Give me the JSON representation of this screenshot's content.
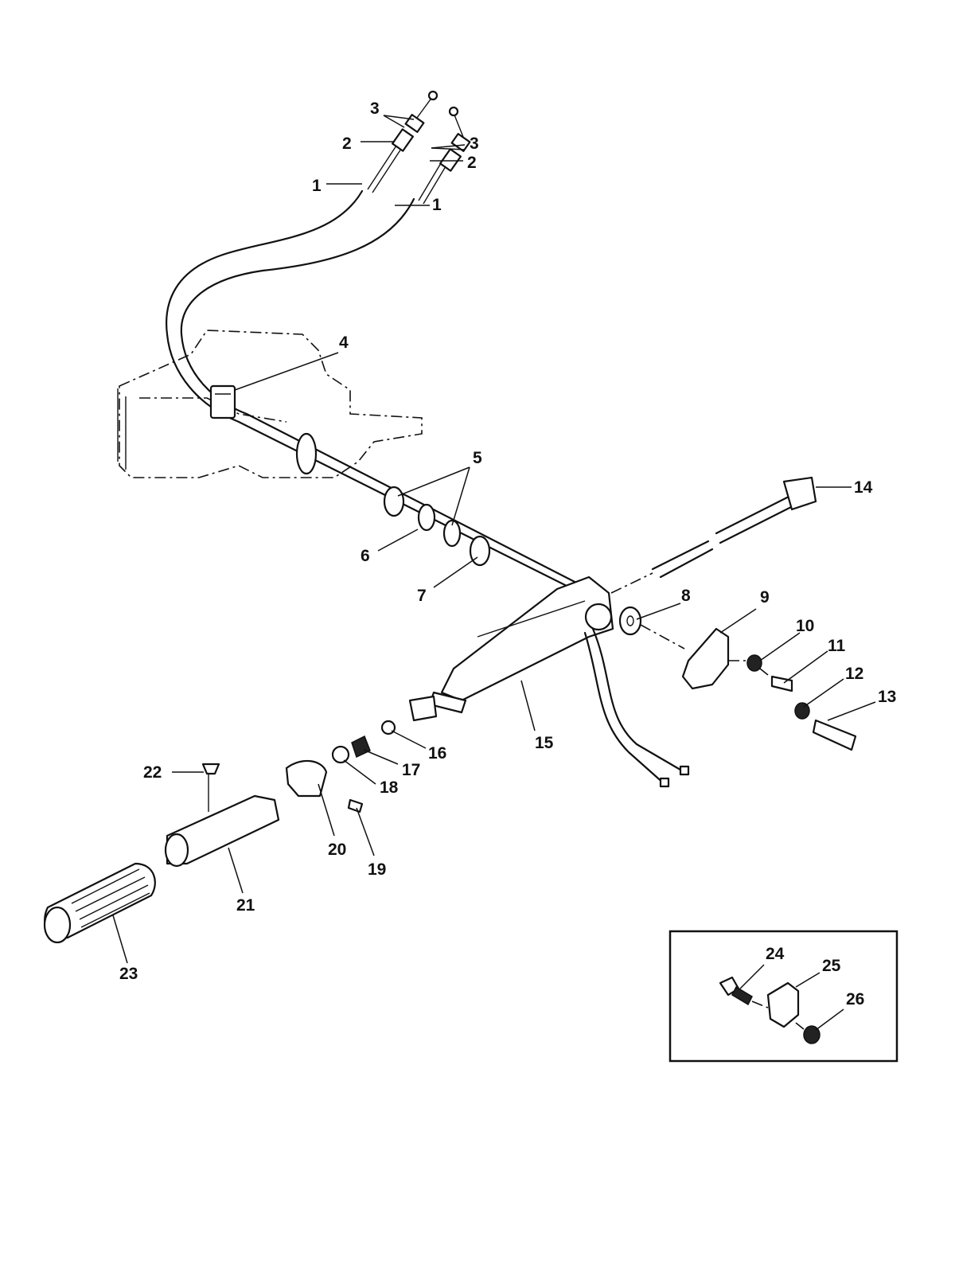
{
  "diagram": {
    "callouts": [
      {
        "id": "c1a",
        "text": "1"
      },
      {
        "id": "c1b",
        "text": "1"
      },
      {
        "id": "c2a",
        "text": "2"
      },
      {
        "id": "c2b",
        "text": "2"
      },
      {
        "id": "c3a",
        "text": "3"
      },
      {
        "id": "c3b",
        "text": "3"
      },
      {
        "id": "c4",
        "text": "4"
      },
      {
        "id": "c5",
        "text": "5"
      },
      {
        "id": "c6",
        "text": "6"
      },
      {
        "id": "c7",
        "text": "7"
      },
      {
        "id": "c8",
        "text": "8"
      },
      {
        "id": "c9",
        "text": "9"
      },
      {
        "id": "c10",
        "text": "10"
      },
      {
        "id": "c11",
        "text": "11"
      },
      {
        "id": "c12",
        "text": "12"
      },
      {
        "id": "c13",
        "text": "13"
      },
      {
        "id": "c14",
        "text": "14"
      },
      {
        "id": "c15",
        "text": "15"
      },
      {
        "id": "c16",
        "text": "16"
      },
      {
        "id": "c17",
        "text": "17"
      },
      {
        "id": "c18",
        "text": "18"
      },
      {
        "id": "c19",
        "text": "19"
      },
      {
        "id": "c20",
        "text": "20"
      },
      {
        "id": "c21",
        "text": "21"
      },
      {
        "id": "c22",
        "text": "22"
      },
      {
        "id": "c23",
        "text": "23"
      },
      {
        "id": "c24",
        "text": "24"
      },
      {
        "id": "c25",
        "text": "25"
      },
      {
        "id": "c26",
        "text": "26"
      }
    ]
  }
}
